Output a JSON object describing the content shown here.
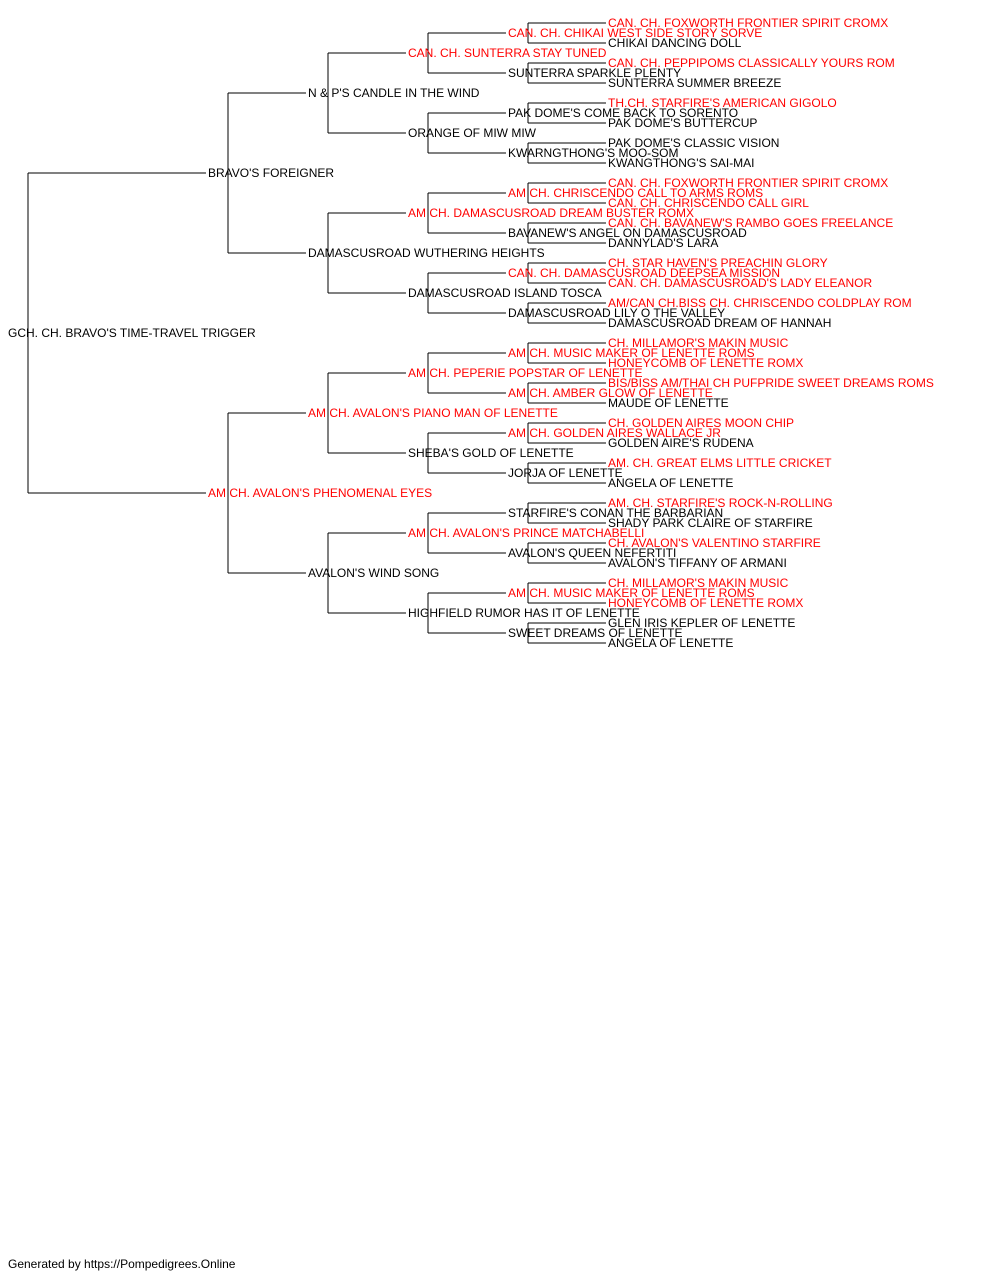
{
  "colors": {
    "text": "#000000",
    "champion_text": "#ff0000",
    "line": "#000000"
  },
  "pedigree": {
    "subject": {
      "name": "GCH. CH. BRAVO'S TIME-TRAVEL TRIGGER",
      "champion": false
    },
    "generations": [
      [
        {
          "name": "BRAVO'S FOREIGNER",
          "champion": false
        },
        {
          "name": "AM CH. AVALON'S PHENOMENAL EYES",
          "champion": true
        }
      ],
      [
        {
          "name": "N & P'S CANDLE IN THE WIND",
          "champion": false
        },
        {
          "name": "DAMASCUSROAD WUTHERING HEIGHTS",
          "champion": false
        },
        {
          "name": "AM CH. AVALON'S PIANO MAN OF LENETTE",
          "champion": true
        },
        {
          "name": "AVALON'S WIND SONG",
          "champion": false
        }
      ],
      [
        {
          "name": "CAN. CH. SUNTERRA STAY TUNED",
          "champion": true
        },
        {
          "name": "ORANGE OF MIW MIW",
          "champion": false
        },
        {
          "name": "AM CH. DAMASCUSROAD DREAM BUSTER ROMX",
          "champion": true
        },
        {
          "name": "DAMASCUSROAD ISLAND TOSCA",
          "champion": false
        },
        {
          "name": "AM CH. PEPERIE POPSTAR OF LENETTE",
          "champion": true
        },
        {
          "name": "SHEBA'S GOLD OF LENETTE",
          "champion": false
        },
        {
          "name": "AM CH. AVALON'S PRINCE MATCHABELLI",
          "champion": true
        },
        {
          "name": "HIGHFIELD RUMOR HAS IT OF LENETTE",
          "champion": false
        }
      ],
      [
        {
          "name": "CAN. CH. CHIKAI WEST SIDE STORY SORVE",
          "champion": true
        },
        {
          "name": "SUNTERRA SPARKLE PLENTY",
          "champion": false
        },
        {
          "name": "PAK DOME'S COME BACK TO SORENTO",
          "champion": false
        },
        {
          "name": "KWARNGTHONG'S MOO-SOM",
          "champion": false
        },
        {
          "name": "AM CH. CHRISCENDO CALL TO ARMS ROMS",
          "champion": true
        },
        {
          "name": "BAVANEW'S ANGEL ON DAMASCUSROAD",
          "champion": false
        },
        {
          "name": "CAN. CH. DAMASCUSROAD DEEPSEA MISSION",
          "champion": true
        },
        {
          "name": "DAMASCUSROAD LILY O THE VALLEY",
          "champion": false
        },
        {
          "name": "AM CH. MUSIC MAKER OF LENETTE ROMS",
          "champion": true
        },
        {
          "name": "AM CH. AMBER GLOW OF LENETTE",
          "champion": true
        },
        {
          "name": "AM CH. GOLDEN AIRES WALLACE JR",
          "champion": true
        },
        {
          "name": "JORJA OF LENETTE",
          "champion": false
        },
        {
          "name": "STARFIRE'S CONAN THE BARBARIAN",
          "champion": false
        },
        {
          "name": "AVALON'S QUEEN NEFERTITI",
          "champion": false
        },
        {
          "name": "AM CH. MUSIC MAKER OF LENETTE ROMS",
          "champion": true
        },
        {
          "name": "SWEET DREAMS OF LENETTE",
          "champion": false
        }
      ],
      [
        {
          "name": "CAN. CH. FOXWORTH FRONTIER SPIRIT CROMX",
          "champion": true
        },
        {
          "name": "CHIKAI DANCING DOLL",
          "champion": false
        },
        {
          "name": "CAN. CH. PEPPIPOMS CLASSICALLY YOURS ROM",
          "champion": true
        },
        {
          "name": "SUNTERRA SUMMER BREEZE",
          "champion": false
        },
        {
          "name": "TH.CH. STARFIRE'S AMERICAN GIGOLO",
          "champion": true
        },
        {
          "name": "PAK DOME'S BUTTERCUP",
          "champion": false
        },
        {
          "name": "PAK DOME'S CLASSIC VISION",
          "champion": false
        },
        {
          "name": "KWANGTHONG'S SAI-MAI",
          "champion": false
        },
        {
          "name": "CAN. CH. FOXWORTH FRONTIER SPIRIT CROMX",
          "champion": true
        },
        {
          "name": "CAN. CH. CHRISCENDO CALL GIRL",
          "champion": true
        },
        {
          "name": "CAN. CH. BAVANEW'S RAMBO GOES FREELANCE",
          "champion": true
        },
        {
          "name": "DANNYLAD'S LARA",
          "champion": false
        },
        {
          "name": "CH. STAR HAVEN'S PREACHIN GLORY",
          "champion": true
        },
        {
          "name": "CAN. CH. DAMASCUSROAD'S LADY ELEANOR",
          "champion": true
        },
        {
          "name": "AM/CAN CH.BISS CH. CHRISCENDO COLDPLAY ROM",
          "champion": true
        },
        {
          "name": "DAMASCUSROAD DREAM OF HANNAH",
          "champion": false
        },
        {
          "name": "CH. MILLAMOR'S MAKIN MUSIC",
          "champion": true
        },
        {
          "name": "HONEYCOMB OF LENETTE ROMX",
          "champion": true
        },
        {
          "name": "BIS/BISS AM/THAI CH PUFPRIDE SWEET DREAMS ROMS",
          "champion": true
        },
        {
          "name": "MAUDE OF LENETTE",
          "champion": false
        },
        {
          "name": "CH. GOLDEN AIRES MOON CHIP",
          "champion": true
        },
        {
          "name": "GOLDEN AIRE'S RUDENA",
          "champion": false
        },
        {
          "name": "AM. CH. GREAT ELMS LITTLE CRICKET",
          "champion": true
        },
        {
          "name": "ANGELA OF LENETTE",
          "champion": false
        },
        {
          "name": "AM. CH. STARFIRE'S ROCK-N-ROLLING",
          "champion": true
        },
        {
          "name": "SHADY PARK CLAIRE OF STARFIRE",
          "champion": false
        },
        {
          "name": "CH. AVALON'S VALENTINO STARFIRE",
          "champion": true
        },
        {
          "name": "AVALON'S TIFFANY OF ARMANI",
          "champion": false
        },
        {
          "name": "CH. MILLAMOR'S MAKIN MUSIC",
          "champion": true
        },
        {
          "name": "HONEYCOMB OF LENETTE ROMX",
          "champion": true
        },
        {
          "name": "GLEN IRIS KEPLER OF LENETTE",
          "champion": false
        },
        {
          "name": "ANGELA OF LENETTE",
          "champion": false
        }
      ]
    ]
  },
  "footer": {
    "text": "Generated by https://Pompedigrees.Online"
  }
}
